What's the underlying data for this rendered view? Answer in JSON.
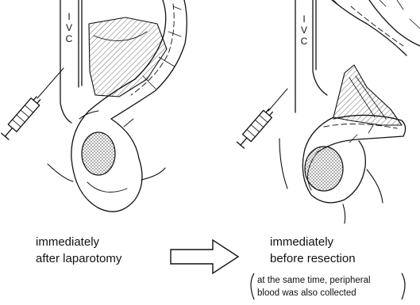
{
  "left_panel": {
    "vessel_label_chars": [
      "I",
      "V",
      "C"
    ],
    "caption_line1": "immediately",
    "caption_line2": "after laparotomy"
  },
  "right_panel": {
    "vessel_label_chars": [
      "I",
      "V",
      "C"
    ],
    "caption_line1": "immediately",
    "caption_line2": "before resection",
    "note_line1": "at the same time, peripheral",
    "note_line2": "blood was also collected"
  },
  "transition_arrow": "right-arrow-outline",
  "colors": {
    "ink": "#111111",
    "tumor": "#444444",
    "background": "#ffffff"
  }
}
